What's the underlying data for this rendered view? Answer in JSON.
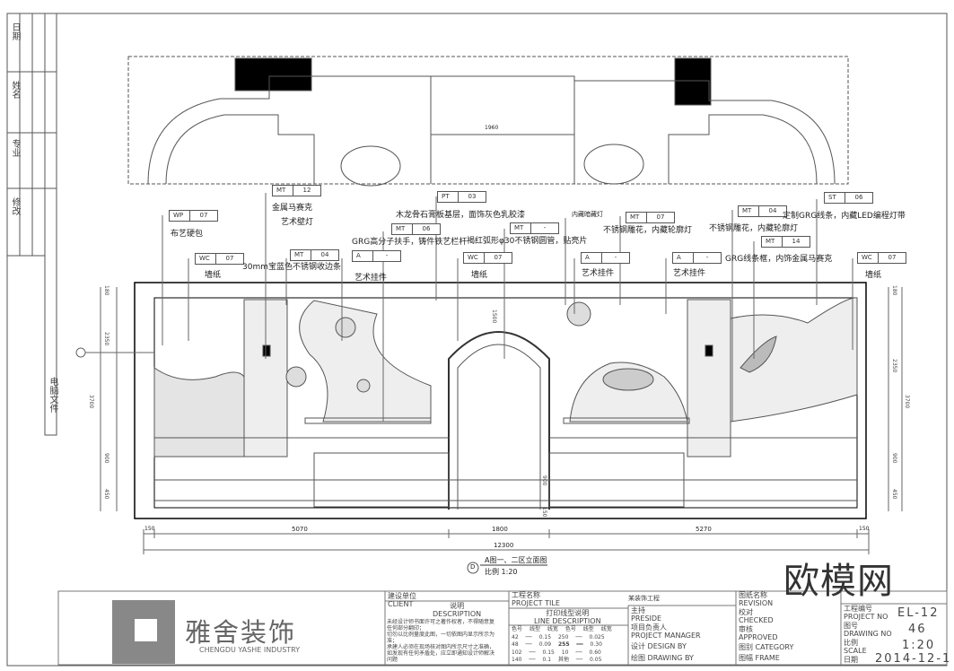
{
  "side_strip": {
    "labels": [
      "日期",
      "姓名",
      "专业",
      "修改"
    ],
    "file_label": "电脑文件"
  },
  "annotations": [
    {
      "code": "WP",
      "num": "07",
      "text": "布艺硬包"
    },
    {
      "code": "WC",
      "num": "07",
      "text": "墙纸"
    },
    {
      "code": "MT",
      "num": "12",
      "text": "金属马赛克",
      "text2": "艺术壁灯"
    },
    {
      "code": "MT",
      "num": "04",
      "text": "30mm宝蓝色不锈钢收边条"
    },
    {
      "code": "A",
      "num": "-",
      "text": "艺术挂件"
    },
    {
      "code": "MT",
      "num": "06",
      "text": "GRG高分子扶手，铸件铁艺栏杆"
    },
    {
      "code": "PT",
      "num": "03",
      "text": "木龙骨石膏板基层，面饰灰色乳胶漆"
    },
    {
      "code": "WC",
      "num": "07",
      "text": "墙纸"
    },
    {
      "code": "MT",
      "num": "-",
      "text": "褐红弧形φ30不锈钢圆管，贴亮片"
    },
    {
      "text": "内藏暗藏灯"
    },
    {
      "code": "A",
      "num": "-",
      "text": "艺术挂件"
    },
    {
      "code": "MT",
      "num": "07",
      "text": "不锈钢雕花，内藏轮廓灯"
    },
    {
      "code": "A",
      "num": "-",
      "text": "艺术挂件"
    },
    {
      "code": "MT",
      "num": "04",
      "text": "不锈钢雕花，内藏轮廓灯"
    },
    {
      "code": "MT",
      "num": "14",
      "text": "GRG线条框，内饰金属马赛克"
    },
    {
      "code": "ST",
      "num": "06",
      "text": "定制GRG线条，内藏LED编程灯带"
    },
    {
      "code": "WC",
      "num": "07",
      "text": "墙纸"
    }
  ],
  "dimensions": {
    "plan_width": "1960",
    "bottom": [
      "150",
      "5070",
      "1800",
      "5270",
      "150"
    ],
    "total": "12300",
    "left": [
      "180",
      "2350",
      "3700",
      "900",
      "450"
    ],
    "right": [
      "180",
      "2350",
      "3700",
      "900",
      "450"
    ],
    "arch": "1500",
    "door": "900",
    "base": "150"
  },
  "drawing_title": {
    "marker": "D",
    "title": "A图一、二区立面图",
    "scale": "比例 1:20"
  },
  "title_block": {
    "company_cn": "雅舍装饰",
    "company_en": "CHENGDU YASHE INDUSTRY",
    "client_cn": "建设单位",
    "client_en": "CLIENT",
    "desc_cn": "说明",
    "desc_en": "DESCRIPTION",
    "desc_lines": [
      "未经设计师书面许可之著作权者，不得随意复",
      "任何部分翻印；",
      "切勿以比例量度此图，一切依图内显示所示为",
      "准；",
      "承建人必须在现场核对图内所示尺寸之准确，",
      "如发现有任何矛盾处，应立即通知设计师解决",
      "问题"
    ],
    "project_cn": "工程名称",
    "project_en": "PROJECT TILE",
    "project_value": "某装饰工程",
    "line_cn": "打印线型说明",
    "line_en": "LINE DESCRIPTION",
    "line_table": {
      "headers": [
        "色号",
        "线型",
        "线宽",
        "色号",
        "线型",
        "线宽"
      ],
      "rows": [
        [
          "42",
          "0.15",
          "250",
          "0.025"
        ],
        [
          "48",
          "0.09",
          "255",
          "0.30"
        ],
        [
          "102",
          "0.15",
          "10",
          "0.60"
        ],
        [
          "140",
          "0.1",
          "其他",
          "0.05"
        ]
      ]
    },
    "preside_cn": "主持",
    "preside_en": "PRESIDE",
    "pm_cn": "项目负责人",
    "pm_en": "PROJECT MANAGER",
    "design_cn": "设计",
    "design_en": "DESIGN BY",
    "draw_cn": "绘图",
    "draw_en": "DRAWING BY",
    "revision_cn": "图纸名称",
    "revision_en": "REVISION",
    "checked_cn": "校对",
    "checked_en": "CHECKED",
    "approved_cn": "审核",
    "approved_en": "APPROVED",
    "category_cn": "图别",
    "category_en": "CATEGORY",
    "frame_cn": "图幅",
    "frame_en": "FRAME",
    "project_no_cn": "工程编号",
    "project_no_en": "PROJECT NO",
    "project_no": "EL-12",
    "drawing_no_cn": "图号",
    "drawing_no_en": "DRAWING NO",
    "drawing_no": "46",
    "scale_cn": "比例",
    "scale_en": "SCALE",
    "scale": "1:20",
    "date_cn": "日期",
    "date": "2014-12-1"
  },
  "watermark": "欧模网"
}
